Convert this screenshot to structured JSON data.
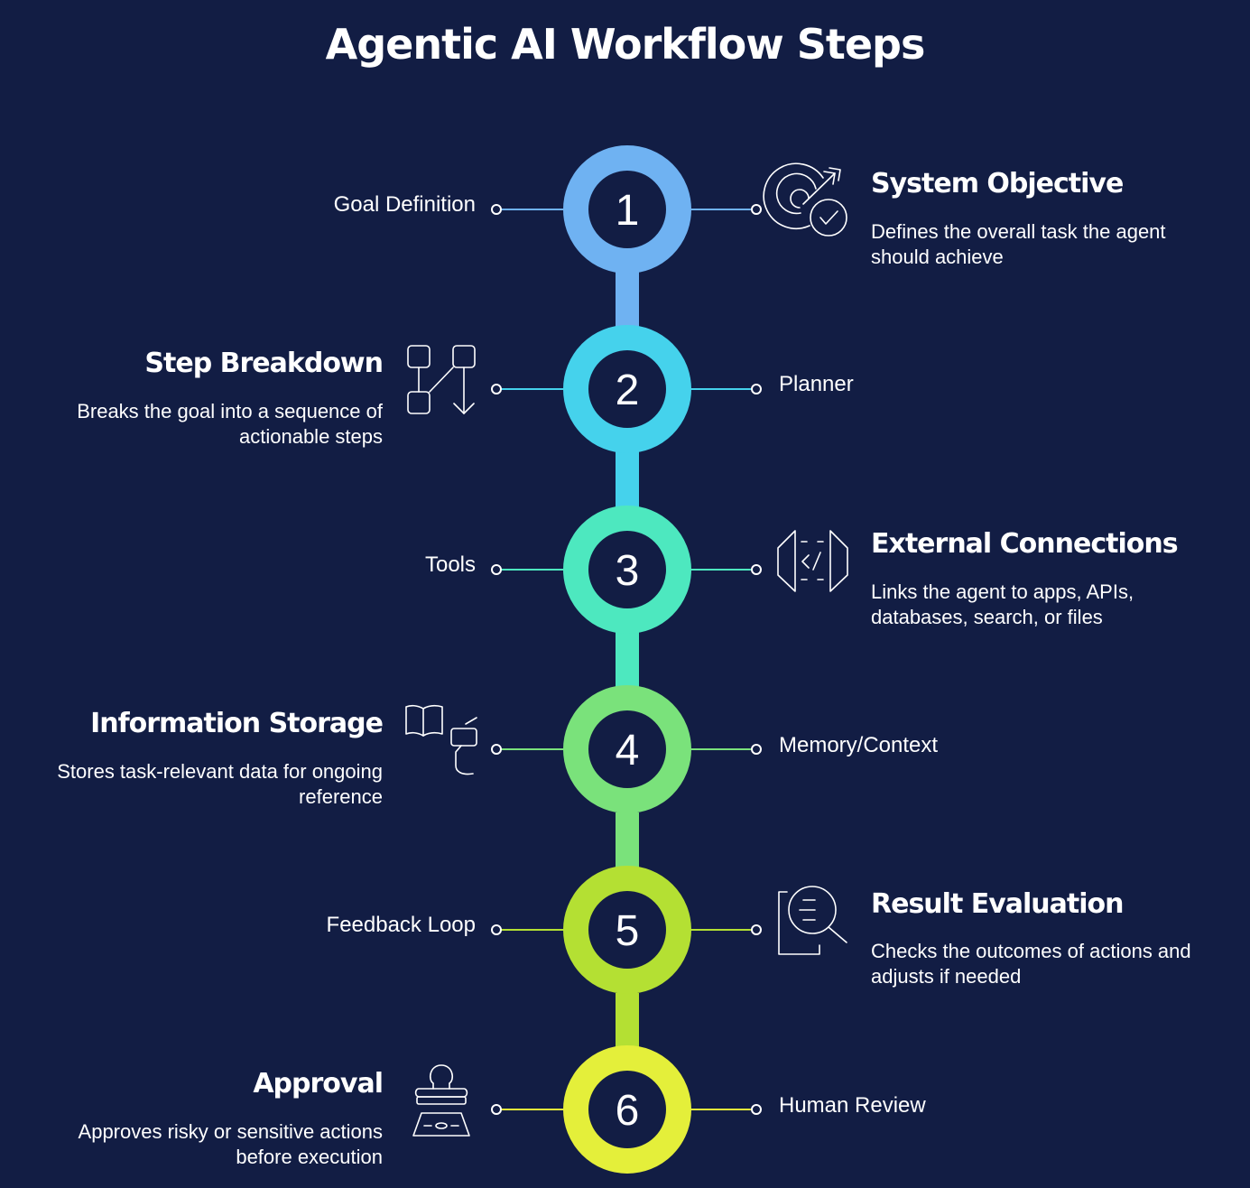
{
  "title": "Agentic AI Workflow Steps",
  "colors": {
    "background": "#121d44",
    "step1": "#6fb2f2",
    "step2": "#45d2ec",
    "step3": "#4de8bf",
    "step4": "#7ae27b",
    "step5": "#b4e033",
    "step6": "#e4ef3a"
  },
  "steps": [
    {
      "number": "1",
      "label": "Goal Definition",
      "heading": "System Objective",
      "description": "Defines the overall task the agent should achieve",
      "icon": "target-check-icon"
    },
    {
      "number": "2",
      "label": "Planner",
      "heading": "Step Breakdown",
      "description": "Breaks the goal into a sequence of actionable steps",
      "icon": "flowchart-icon"
    },
    {
      "number": "3",
      "label": "Tools",
      "heading": "External Connections",
      "description": "Links the agent to apps, APIs, databases, search, or files",
      "icon": "code-connection-icon"
    },
    {
      "number": "4",
      "label": "Memory/Context",
      "heading": "Information Storage",
      "description": "Stores task-relevant data for ongoing reference",
      "icon": "book-storage-icon"
    },
    {
      "number": "5",
      "label": "Feedback Loop",
      "heading": "Result Evaluation",
      "description": "Checks the outcomes of actions and adjusts if needed",
      "icon": "document-search-icon"
    },
    {
      "number": "6",
      "label": "Human Review",
      "heading": "Approval",
      "description": "Approves risky or sensitive actions before execution",
      "icon": "stamp-icon"
    }
  ]
}
